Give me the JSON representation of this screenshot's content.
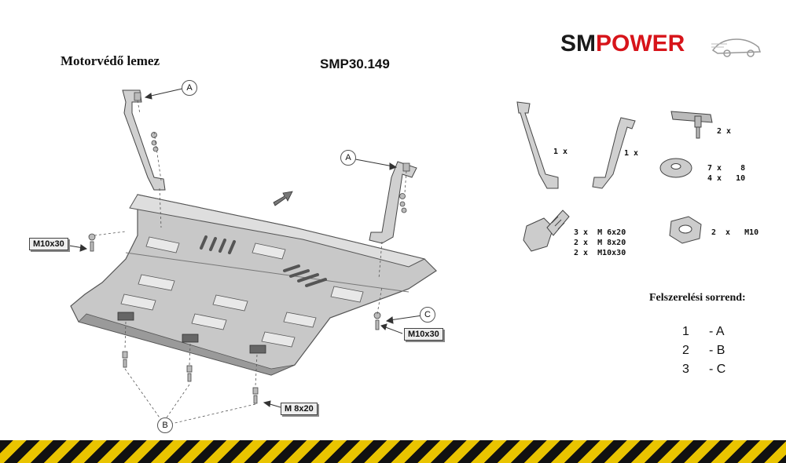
{
  "header": {
    "title": "Motorvédő lemez",
    "code": "SMP30.149",
    "logo_sm": "SM",
    "logo_power": "POWER"
  },
  "callouts": {
    "a_label": "A",
    "b_label": "B",
    "c_label": "C",
    "m10x30": "M10x30",
    "m8x20": "M 8x20"
  },
  "parts": {
    "bracket_1": "1 x",
    "bracket_2": "1 x",
    "plate_nut": "2 x",
    "washer_line1": "7 x    8",
    "washer_line2": "4 x   10",
    "bolts_line1": "3 x  M 6x20",
    "bolts_line2": "2 x  M 8x20",
    "bolts_line3": "2 x  M10x30",
    "nut": "2  x   M10"
  },
  "sequence": {
    "title": "Felszerelési sorrend:",
    "rows": [
      {
        "num": "1",
        "letter": "- A"
      },
      {
        "num": "2",
        "letter": "- B"
      },
      {
        "num": "3",
        "letter": "- C"
      }
    ]
  },
  "colors": {
    "logo_dark": "#1a1a1a",
    "logo_red": "#d7141a",
    "hazard_yellow": "#e9c400",
    "hazard_black": "#111111",
    "plate_fill": "#c8c8c8"
  }
}
